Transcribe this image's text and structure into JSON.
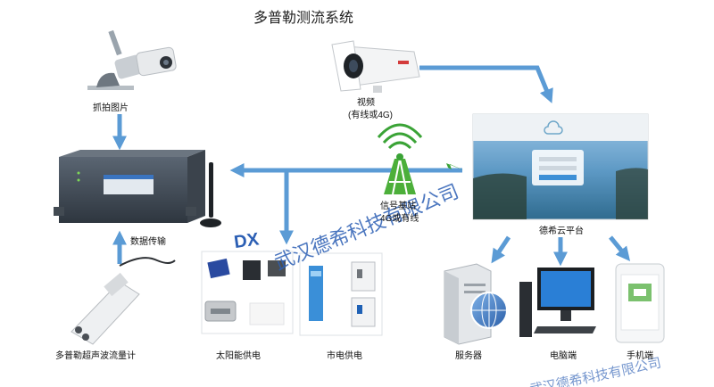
{
  "title": "多普勒测流系统",
  "nodes": {
    "capture_camera": "抓拍图片",
    "video_camera": "视频",
    "video_link": "(有线或4G)",
    "data_transmission": "数据传输",
    "base_station": "信号基站",
    "base_station_link": "4G或有线",
    "cloud_platform": "德希云平台",
    "flow_meter": "多普勒超声波流量计",
    "solar_power": "太阳能供电",
    "mains_power": "市电供电",
    "server": "服务器",
    "pc_client": "电脑端",
    "mobile_client": "手机端"
  },
  "watermark": {
    "logo": "DX",
    "company": "武汉德希科技有限公司"
  },
  "colors": {
    "arrow": "#5b9bd5",
    "signal": "#3aa336",
    "watermark": "#2c5fb4"
  }
}
